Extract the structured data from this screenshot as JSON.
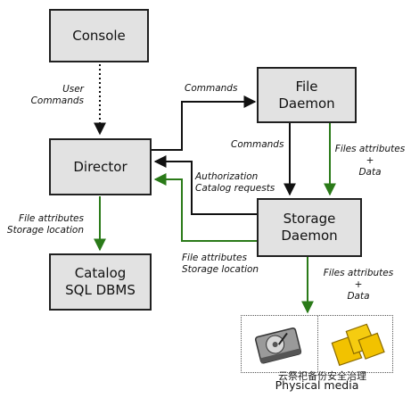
{
  "nodes": {
    "console": "Console",
    "file_daemon": [
      "File",
      "Daemon"
    ],
    "director": "Director",
    "storage_daemon": [
      "Storage",
      "Daemon"
    ],
    "catalog": [
      "Catalog",
      "SQL DBMS"
    ]
  },
  "edges": {
    "user_commands": [
      "User",
      "Commands"
    ],
    "commands_to_fd": "Commands",
    "commands_to_sd": "Commands",
    "fd_files_attributes": [
      "Files attributes",
      "+",
      "Data"
    ],
    "authorization": [
      "Authorization",
      "Catalog requests"
    ],
    "director_to_catalog": [
      "File attributes",
      "Storage location"
    ],
    "sd_to_director": [
      "File attributes",
      "Storage location"
    ],
    "sd_files_attributes": [
      "Files attributes",
      "+",
      "Data"
    ]
  },
  "media": {
    "caption": "Physical media",
    "items": [
      "hard-disk-icon",
      "tape-cartridges-icon"
    ]
  },
  "watermarks": {
    "left": "",
    "right": "云祭祀备份安全治理"
  },
  "colors": {
    "box_fill": "#e2e2e2",
    "box_border": "#202020",
    "flow_black": "#111111",
    "flow_green": "#2a7a18",
    "disk_gray": "#9a9a9a",
    "tape_yellow": "#f2c200"
  }
}
